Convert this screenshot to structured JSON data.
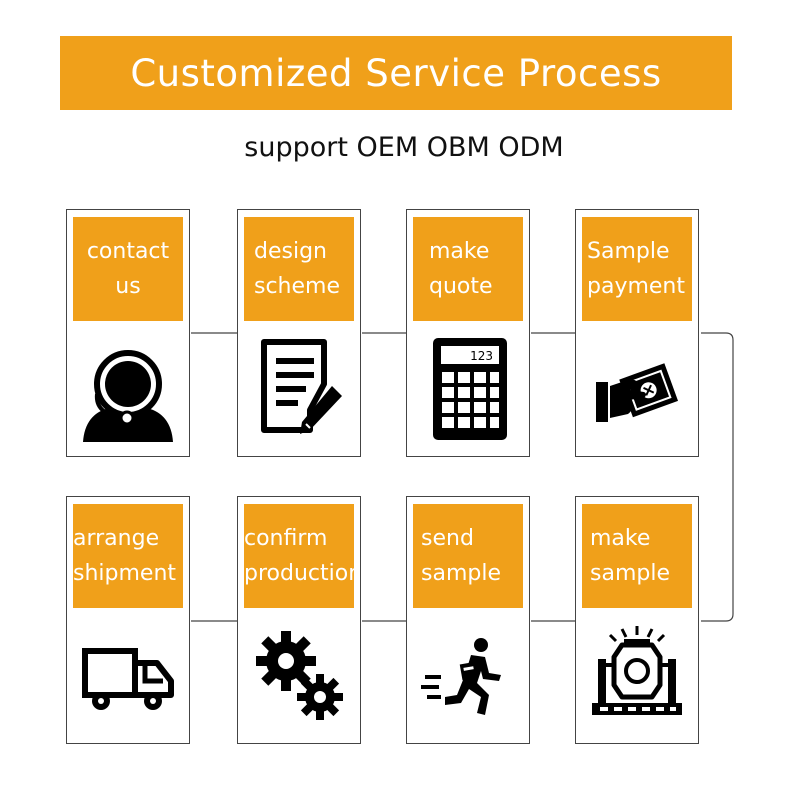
{
  "header": {
    "title": "Customized Service Process",
    "subtitle": "support OEM OBM ODM"
  },
  "colors": {
    "accent": "#f0a01a",
    "text_on_accent": "#ffffff",
    "border": "#444444"
  },
  "steps": [
    {
      "lines": [
        "contact",
        "us"
      ],
      "icon": "customer-service-headset-icon"
    },
    {
      "lines": [
        "design",
        "scheme"
      ],
      "icon": "document-pencil-icon"
    },
    {
      "lines": [
        "make",
        "quote"
      ],
      "icon": "calculator-icon"
    },
    {
      "lines": [
        "Sample",
        "payment"
      ],
      "icon": "hand-payment-icon"
    },
    {
      "lines": [
        "make",
        "sample"
      ],
      "icon": "machine-icon"
    },
    {
      "lines": [
        "send",
        "sample"
      ],
      "icon": "running-courier-icon"
    },
    {
      "lines": [
        "confirm",
        "production"
      ],
      "icon": "gears-icon"
    },
    {
      "lines": [
        "arrange",
        "shipment"
      ],
      "icon": "delivery-truck-icon"
    }
  ]
}
